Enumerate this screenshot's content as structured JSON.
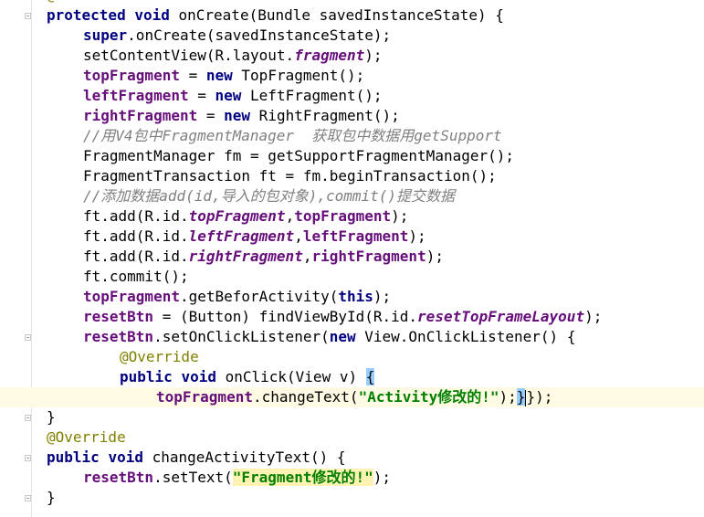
{
  "editor": {
    "lines": [
      {
        "indent": 0,
        "tokens": [
          [
            "ann",
            "@Override"
          ]
        ]
      },
      {
        "indent": 0,
        "tokens": [
          [
            "kw",
            "protected"
          ],
          [
            "plain",
            " "
          ],
          [
            "kw",
            "void"
          ],
          [
            "plain",
            " onCreate(Bundle savedInstanceState) {"
          ]
        ]
      },
      {
        "indent": 1,
        "tokens": [
          [
            "kw",
            "super"
          ],
          [
            "plain",
            ".onCreate(savedInstanceState);"
          ]
        ]
      },
      {
        "indent": 1,
        "tokens": [
          [
            "plain",
            "setContentView(R.layout."
          ],
          [
            "field-it",
            "fragment"
          ],
          [
            "plain",
            ");"
          ]
        ]
      },
      {
        "indent": 1,
        "tokens": [
          [
            "field",
            "topFragment"
          ],
          [
            "plain",
            " = "
          ],
          [
            "kw",
            "new"
          ],
          [
            "plain",
            " TopFragment();"
          ]
        ]
      },
      {
        "indent": 1,
        "tokens": [
          [
            "field",
            "leftFragment"
          ],
          [
            "plain",
            " = "
          ],
          [
            "kw",
            "new"
          ],
          [
            "plain",
            " LeftFragment();"
          ]
        ]
      },
      {
        "indent": 1,
        "tokens": [
          [
            "field",
            "rightFragment"
          ],
          [
            "plain",
            " = "
          ],
          [
            "kw",
            "new"
          ],
          [
            "plain",
            " RightFragment();"
          ]
        ]
      },
      {
        "indent": 1,
        "tokens": [
          [
            "cmt",
            "//用V4包中FragmentManager  获取包中数据用getSupport"
          ]
        ]
      },
      {
        "indent": 1,
        "tokens": [
          [
            "plain",
            "FragmentManager fm = getSupportFragmentManager();"
          ]
        ]
      },
      {
        "indent": 1,
        "tokens": [
          [
            "plain",
            "FragmentTransaction ft = fm.beginTransaction();"
          ]
        ]
      },
      {
        "indent": 1,
        "tokens": [
          [
            "cmt",
            "//添加数据add(id,导入的包对象),commit()提交数据"
          ]
        ]
      },
      {
        "indent": 1,
        "tokens": [
          [
            "plain",
            "ft.add(R.id."
          ],
          [
            "field-it",
            "topFragment"
          ],
          [
            "plain",
            ","
          ],
          [
            "field",
            "topFragment"
          ],
          [
            "plain",
            ");"
          ]
        ]
      },
      {
        "indent": 1,
        "tokens": [
          [
            "plain",
            "ft.add(R.id."
          ],
          [
            "field-it",
            "leftFragment"
          ],
          [
            "plain",
            ","
          ],
          [
            "field",
            "leftFragment"
          ],
          [
            "plain",
            ");"
          ]
        ]
      },
      {
        "indent": 1,
        "tokens": [
          [
            "plain",
            "ft.add(R.id."
          ],
          [
            "field-it",
            "rightFragment"
          ],
          [
            "plain",
            ","
          ],
          [
            "field",
            "rightFragment"
          ],
          [
            "plain",
            ");"
          ]
        ]
      },
      {
        "indent": 1,
        "tokens": [
          [
            "plain",
            "ft.commit();"
          ]
        ]
      },
      {
        "indent": 1,
        "tokens": [
          [
            "field",
            "topFragment"
          ],
          [
            "plain",
            ".getBeforActivity("
          ],
          [
            "kw",
            "this"
          ],
          [
            "plain",
            ");"
          ]
        ]
      },
      {
        "indent": 1,
        "tokens": [
          [
            "field",
            "resetBtn"
          ],
          [
            "plain",
            " = (Button) findViewById(R.id."
          ],
          [
            "field-it",
            "resetTopFrameLayout"
          ],
          [
            "plain",
            ");"
          ]
        ]
      },
      {
        "indent": 1,
        "tokens": [
          [
            "field",
            "resetBtn"
          ],
          [
            "plain",
            ".setOnClickListener("
          ],
          [
            "kw",
            "new"
          ],
          [
            "plain",
            " View.OnClickListener() {"
          ]
        ]
      },
      {
        "indent": 2,
        "tokens": [
          [
            "ann",
            "@Override"
          ]
        ]
      },
      {
        "indent": 2,
        "tokens": [
          [
            "kw",
            "public"
          ],
          [
            "plain",
            " "
          ],
          [
            "kw",
            "void"
          ],
          [
            "plain",
            " onClick(View v) "
          ],
          [
            "brace-hl",
            "{"
          ]
        ]
      },
      {
        "indent": 3,
        "caret_line": true,
        "tokens": [
          [
            "field",
            "topFragment"
          ],
          [
            "plain",
            ".changeText("
          ],
          [
            "str",
            "\"Activity修改的!\""
          ],
          [
            "plain",
            ");"
          ],
          [
            "brace-hl",
            "}"
          ],
          [
            "caret",
            ""
          ],
          [
            "plain",
            "});"
          ]
        ]
      },
      {
        "indent": 0,
        "tokens": [
          [
            "plain",
            "}"
          ]
        ]
      },
      {
        "indent": 0,
        "tokens": [
          [
            "ann",
            "@Override"
          ]
        ]
      },
      {
        "indent": 0,
        "tokens": [
          [
            "kw",
            "public"
          ],
          [
            "plain",
            " "
          ],
          [
            "kw",
            "void"
          ],
          [
            "plain",
            " changeActivityText() {"
          ]
        ]
      },
      {
        "indent": 1,
        "tokens": [
          [
            "field",
            "resetBtn"
          ],
          [
            "plain",
            ".setText("
          ],
          [
            "str-hl",
            "\"Fragment修改的!\""
          ],
          [
            "plain",
            ");"
          ]
        ]
      },
      {
        "indent": 0,
        "tokens": [
          [
            "plain",
            "}"
          ]
        ]
      }
    ],
    "fold_marker_lines": [
      1,
      17,
      21,
      23,
      25
    ],
    "colors": {
      "keyword": "#000080",
      "field": "#660e7a",
      "annotation": "#808000",
      "comment": "#808080",
      "string": "#008000",
      "caret_line_bg": "#fffae3",
      "brace_match_bg": "#99ccff",
      "string_highlight_bg": "#fff2b3"
    }
  }
}
